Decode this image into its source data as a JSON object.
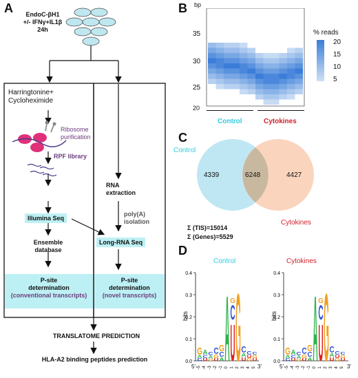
{
  "panelA": {
    "letter": "A",
    "cells_line1": "EndoC-βH1",
    "cells_line2": "+/- IFNγ+IL1β",
    "cells_line3": "24h",
    "harringtonine_line1": "Harringtonine+",
    "harringtonine_line2": "Cycloheximide",
    "ribosome_line1": "Ribosome",
    "ribosome_line2": "purification",
    "rpf_library": "RPF library",
    "illumina": "Illumina Seq",
    "ensemble_line1": "Ensemble",
    "ensemble_line2": "database",
    "psite_left_line1": "P-site",
    "psite_left_line2": "determination",
    "psite_left_line3": "(conventional transcripts)",
    "rna_line1": "RNA",
    "rna_line2": "extraction",
    "polya_line1": "poly(A)",
    "polya_line2": "isolation",
    "longrna": "Long-RNA Seq",
    "psite_right_line1": "P-site",
    "psite_right_line2": "determination",
    "psite_right_line3": "(novel transcripts)",
    "translatome": "TRANSLATOME PREDICTION",
    "hla": "HLA-A2 binding peptides prediction",
    "colors": {
      "highlight": "#bdf0f4",
      "purple": "#6b3c7e",
      "ribosome": "#e0307a"
    }
  },
  "panelB": {
    "letter": "B",
    "ylabel": "bp",
    "yticks": [
      "35",
      "30",
      "25",
      "20"
    ],
    "colorbar_title": "% reads",
    "colorbar_ticks": [
      "20",
      "15",
      "10",
      "5"
    ],
    "group_control": "Control",
    "group_cytokines": "Cytokines",
    "colors": {
      "control": "#2ecbe0",
      "cytokines": "#d0202a",
      "heat_max": "#3b7dd8"
    }
  },
  "panelC": {
    "letter": "C",
    "label_control": "Control",
    "label_cytokines": "Cytokines",
    "only_control": "4339",
    "overlap": "6248",
    "only_cytokines": "4427",
    "sum_tis": "Σ (TIS)=15014",
    "sum_genes": "Σ (Genes)=5529",
    "colors": {
      "control": "#bfe7f3",
      "cytokines": "#f9cdb1",
      "overlap": "#c9b8a0"
    }
  },
  "panelD": {
    "letter": "D",
    "title_control": "Control",
    "title_cytokines": "Cytokines",
    "ylabel": "bits",
    "yticks": [
      "0.4",
      "0.3",
      "0.2",
      "0.1",
      "0.0"
    ],
    "xaxis_start": "5'",
    "xaxis_end": "3'",
    "positions": [
      "-5",
      "-4",
      "-3",
      "-2",
      "-1",
      "0",
      "1",
      "2",
      "3",
      "4",
      "5"
    ]
  }
}
